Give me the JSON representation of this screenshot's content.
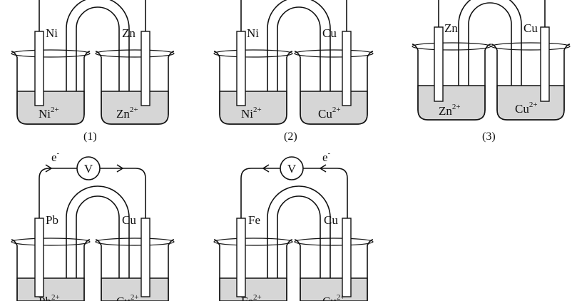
{
  "cells": [
    {
      "left": {
        "electrode": "Ni",
        "ion": "Ni",
        "charge": "2+"
      },
      "right": {
        "electrode": "Zn",
        "ion": "Zn",
        "charge": "2+"
      },
      "caption": "(1)"
    },
    {
      "left": {
        "electrode": "Ni",
        "ion": "Ni",
        "charge": "2+"
      },
      "right": {
        "electrode": "Cu",
        "ion": "Cu",
        "charge": "2+"
      },
      "caption": "(2)"
    },
    {
      "left": {
        "electrode": "Zn",
        "ion": "Zn",
        "charge": "2+"
      },
      "right": {
        "electrode": "Cu",
        "ion": "Cu",
        "charge": "2+"
      },
      "caption": "(3)"
    },
    {
      "left": {
        "electrode": "Pb",
        "ion": "Pb",
        "charge": "2+"
      },
      "right": {
        "electrode": "Cu",
        "ion": "Cu",
        "charge": "2+"
      },
      "meter": "V",
      "electron": "e",
      "electron_charge": "-"
    },
    {
      "left": {
        "electrode": "Fe",
        "ion": "Fe",
        "charge": "2+"
      },
      "right": {
        "electrode": "Cu",
        "ion": "Cu",
        "charge": "2+"
      },
      "meter": "V",
      "electron": "e",
      "electron_charge": "-"
    }
  ]
}
